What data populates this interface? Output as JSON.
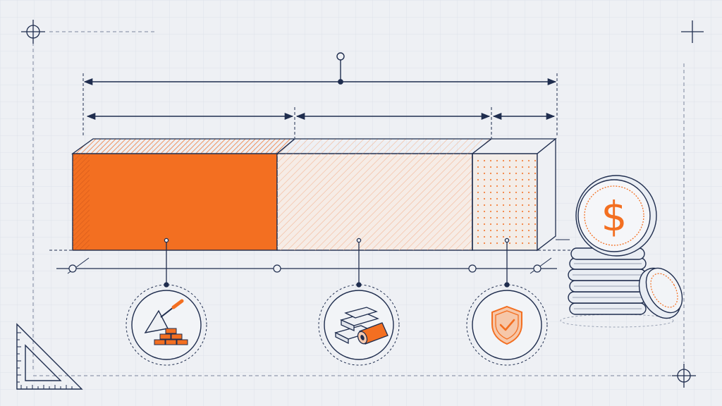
{
  "scene": {
    "subject": "construction-cost-breakdown-blueprint",
    "colors": {
      "background": "#eef0f4",
      "grid": "#dde2ea",
      "ink": "#1f2d4e",
      "accent": "#f36f21",
      "accent_light": "#f7c9ad",
      "coin_fill": "#e9edf3"
    }
  },
  "segments": [
    {
      "key": "labor",
      "icon": "trowel-and-bricks-icon",
      "fill": "solid",
      "color": "#f36f21"
    },
    {
      "key": "materials",
      "icon": "lumber-and-pipe-icon",
      "fill": "hatched",
      "color": "#f7c9ad"
    },
    {
      "key": "contingency",
      "icon": "shield-check-icon",
      "fill": "dotted",
      "color": "#f36f21"
    }
  ],
  "coins": {
    "symbol": "$",
    "icon": "coin-stack-icon"
  }
}
